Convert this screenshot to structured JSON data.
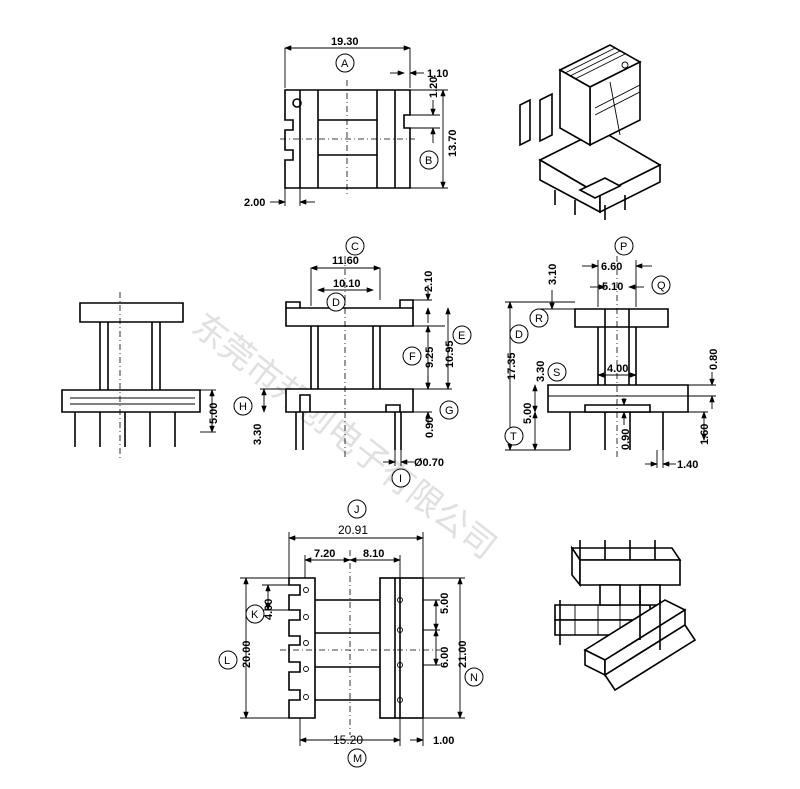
{
  "watermark": "东莞市邦创电子有限公司",
  "callouts": [
    "A",
    "B",
    "C",
    "D",
    "E",
    "F",
    "G",
    "H",
    "I",
    "J",
    "K",
    "L",
    "M",
    "N",
    "P",
    "Q",
    "R",
    "S",
    "T"
  ],
  "top_view": {
    "d_width": "19.30",
    "d_1_10": "1.10",
    "d_1_20": "1.20",
    "d_13_70": "13.70",
    "d_2_00": "2.00"
  },
  "front_view": {
    "d_11_60": "11.60",
    "d_10_10": "10.10",
    "d_2_10": "2.10",
    "d_9_25": "9.25",
    "d_10_95": "10.95",
    "d_0_90": "0.90",
    "d_3_30": "3.30",
    "d_pin": "Ø0.70"
  },
  "left_view": {
    "d_5_00": "5.00"
  },
  "side_view": {
    "d_6_60": "6.60",
    "d_5_10": "5.10",
    "d_3_10": "3.10",
    "d_17_35": "17.35",
    "d_3_30": "3.30",
    "d_5_00": "5.00",
    "d_4_00": "4.00",
    "d_0_80": "0.80",
    "d_1_60": "1.60",
    "d_0_90": "0.90",
    "d_1_40": "1.40"
  },
  "bottom_view": {
    "d_20_91": "20.91",
    "d_7_20": "7.20",
    "d_8_10": "8.10",
    "d_4_00": "4.00",
    "d_20_00": "20.00",
    "d_5_00": "5.00",
    "d_6_00": "6.00",
    "d_21_00": "21.00",
    "d_15_20": "15.20",
    "d_1_00": "1.00"
  }
}
